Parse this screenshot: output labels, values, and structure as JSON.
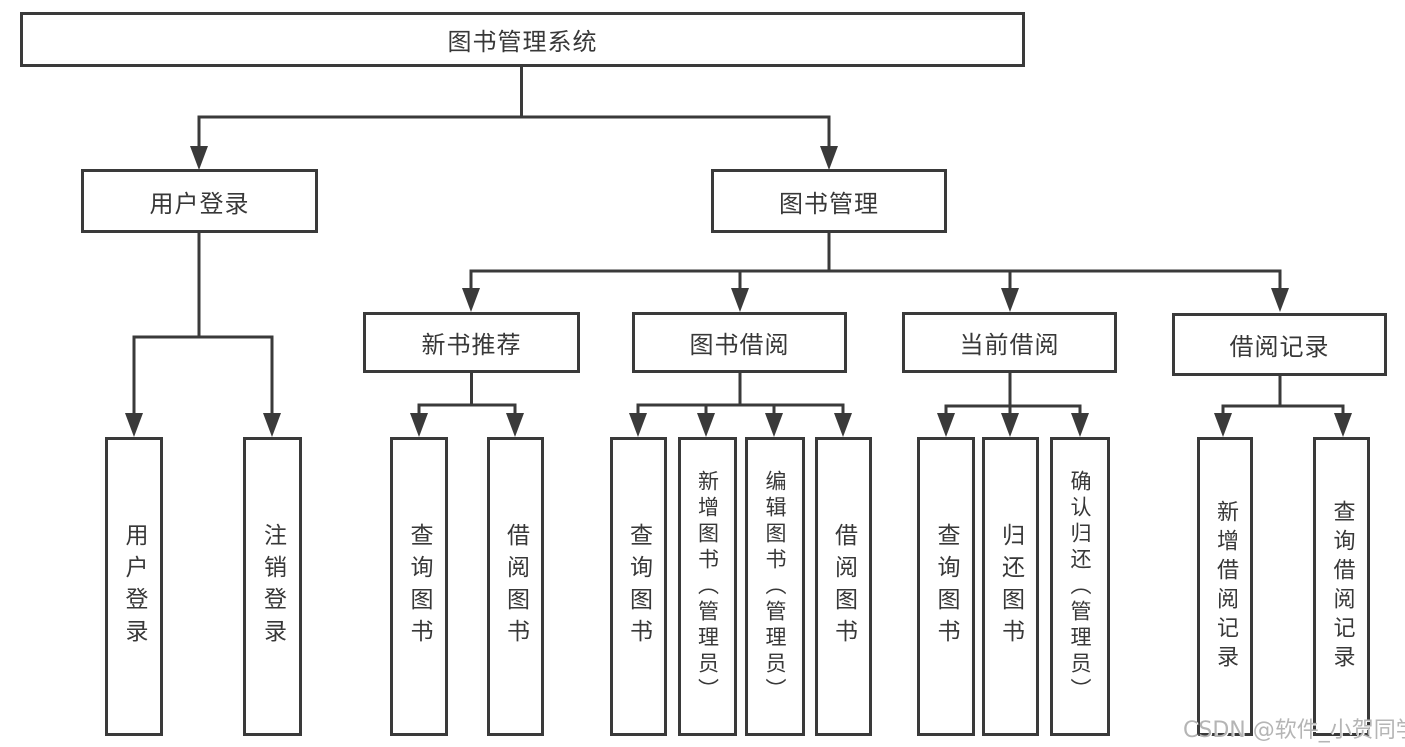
{
  "diagram_type": "hierarchy-tree",
  "colors": {
    "line": "#3a3a3a",
    "box_border": "#3a3a3a",
    "box_background": "#ffffff",
    "text": "#383838",
    "watermark": "#b5b5b5"
  },
  "watermark": "CSDN @软件_小贺同学",
  "nodes": {
    "root": "图书管理系统",
    "userLogin": "用户登录",
    "bookMgmt": "图书管理",
    "newBookRec": "新书推荐",
    "bookBorrow": "图书借阅",
    "currentBorrow": "当前借阅",
    "borrowRecord": "借阅记录",
    "leafUserLogin": "用户登录",
    "leafLogout": "注销登录",
    "recQueryBook": "查询图书",
    "recBorrowBook": "借阅图书",
    "bbQueryBook": "查询图书",
    "bbAddBook": "新增图书（管理员）",
    "bbEditBook": "编辑图书（管理员）",
    "bbBorrowBook": "借阅图书",
    "cbQueryBook": "查询图书",
    "cbReturnBook": "归还图书",
    "cbConfirmReturn": "确认归还（管理员）",
    "brAddRecord": "新增借阅记录",
    "brQueryRecord": "查询借阅记录"
  },
  "tree": {
    "图书管理系统": {
      "用户登录": [
        "用户登录",
        "注销登录"
      ],
      "图书管理": {
        "新书推荐": [
          "查询图书",
          "借阅图书"
        ],
        "图书借阅": [
          "查询图书",
          "新增图书（管理员）",
          "编辑图书（管理员）",
          "借阅图书"
        ],
        "当前借阅": [
          "查询图书",
          "归还图书",
          "确认归还（管理员）"
        ],
        "借阅记录": [
          "新增借阅记录",
          "查询借阅记录"
        ]
      }
    }
  }
}
